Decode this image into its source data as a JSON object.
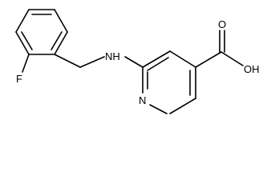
{
  "labels": {
    "fluorine": "F",
    "amine": "NH",
    "pyridine_nitrogen": "N",
    "carbonyl_oxygen": "O",
    "hydroxyl": "OH"
  },
  "colors": {
    "bond": "#000000",
    "text": "#000000",
    "background": "#ffffff"
  }
}
